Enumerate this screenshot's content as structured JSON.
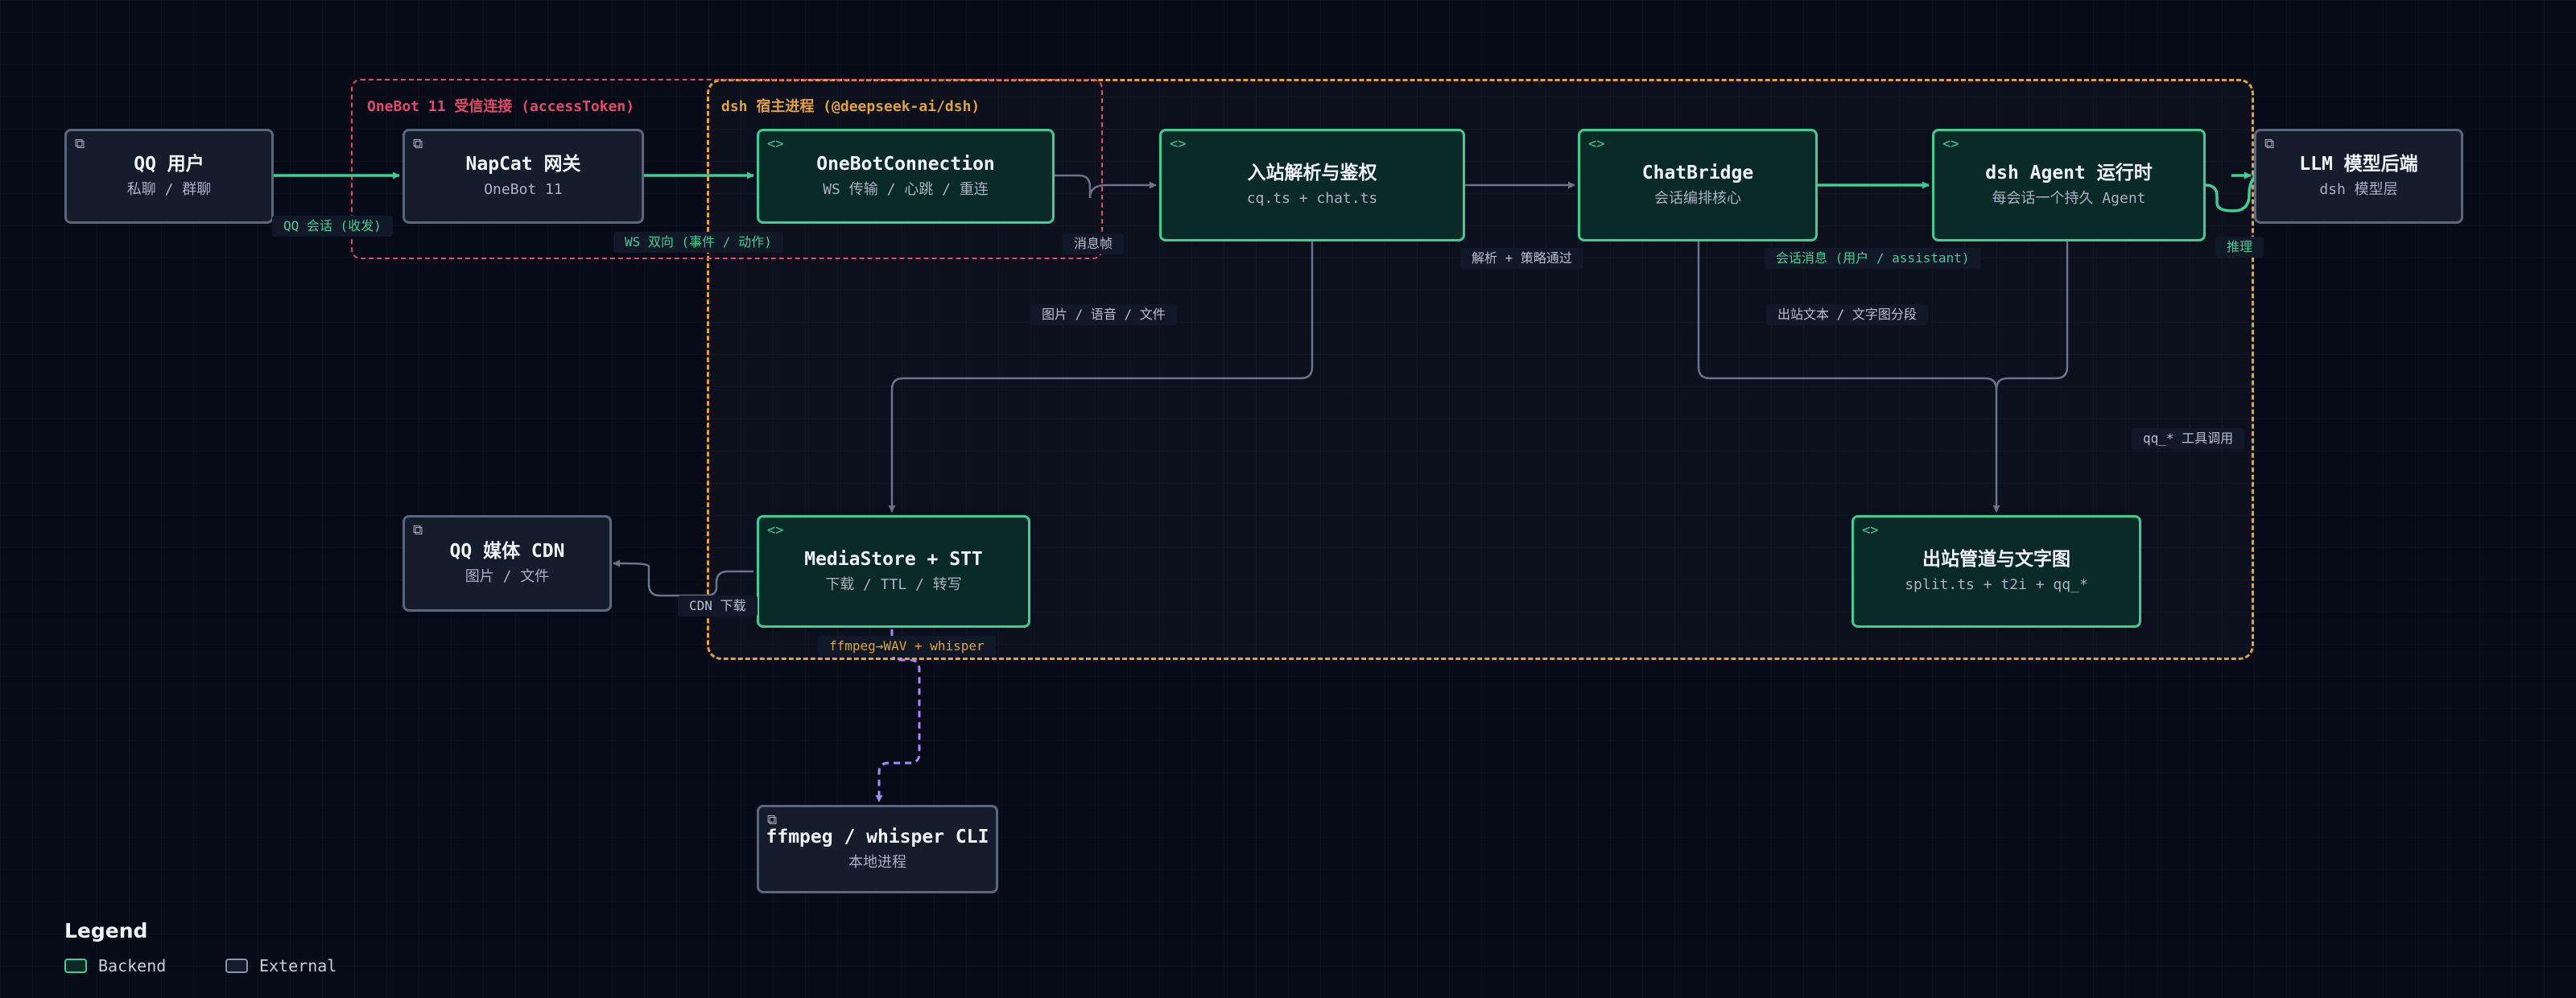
{
  "groups": {
    "onebot": {
      "label": "OneBot 11 受信连接 (accessToken)",
      "color": "#e5486b"
    },
    "dsh": {
      "label": "dsh 宿主进程 (@deepseek-ai/dsh)",
      "color": "#e2a333"
    }
  },
  "nodes": {
    "qq_user": {
      "title": "QQ 用户",
      "sub": "私聊 / 群聊",
      "kind": "external",
      "icon": "external-link-icon"
    },
    "napcat": {
      "title": "NapCat 网关",
      "sub": "OneBot 11",
      "kind": "external",
      "icon": "external-link-icon"
    },
    "onebot_conn": {
      "title": "OneBotConnection",
      "sub": "WS 传输 / 心跳 / 重连",
      "kind": "backend",
      "icon": "code-brackets-icon"
    },
    "inbound": {
      "title": "入站解析与鉴权",
      "sub": "cq.ts + chat.ts",
      "kind": "backend",
      "icon": "code-brackets-icon"
    },
    "chatbridge": {
      "title": "ChatBridge",
      "sub": "会话编排核心",
      "kind": "backend",
      "icon": "code-brackets-icon"
    },
    "agent": {
      "title": "dsh Agent 运行时",
      "sub": "每会话一个持久 Agent",
      "kind": "backend",
      "icon": "code-brackets-icon"
    },
    "llm": {
      "title": "LLM 模型后端",
      "sub": "dsh 模型层",
      "kind": "external",
      "icon": "external-link-icon"
    },
    "cdn": {
      "title": "QQ 媒体 CDN",
      "sub": "图片 / 文件",
      "kind": "external",
      "icon": "external-link-icon"
    },
    "media": {
      "title": "MediaStore + STT",
      "sub": "下载 / TTL / 转写",
      "kind": "backend",
      "icon": "code-brackets-icon"
    },
    "outbound": {
      "title": "出站管道与文字图",
      "sub": "split.ts + t2i + qq_*",
      "kind": "backend",
      "icon": "code-brackets-icon"
    },
    "ffmpeg": {
      "title": "ffmpeg / whisper CLI",
      "sub": "本地进程",
      "kind": "external",
      "icon": "external-link-icon"
    }
  },
  "edges": {
    "qq_session": "QQ 会话 (收发)",
    "ws_duplex": "WS 双向 (事件 / 动作)",
    "message_frame": "消息帧",
    "parse_policy": "解析 + 策略通过",
    "session_messages": "会话消息 (用户 / assistant)",
    "inference": "推理",
    "media_types": "图片 / 语音 / 文件",
    "outbound_text": "出站文本 / 文字图分段",
    "tool_calls": "qq_* 工具调用",
    "cdn_download": "CDN 下载",
    "ffmpeg_wav": "ffmpeg→WAV + whisper"
  },
  "legend": {
    "title": "Legend",
    "items": [
      {
        "label": "Backend",
        "kind": "backend"
      },
      {
        "label": "External",
        "kind": "external"
      }
    ]
  },
  "colors": {
    "background": "#070a17",
    "backend_border": "#3ccf94",
    "external_border": "#5c677c",
    "edge_gray": "#6b7486",
    "edge_green": "#3ccf94",
    "edge_purple": "#a78bfa",
    "onebot_group": "#e5486b",
    "dsh_group": "#e2a333"
  }
}
